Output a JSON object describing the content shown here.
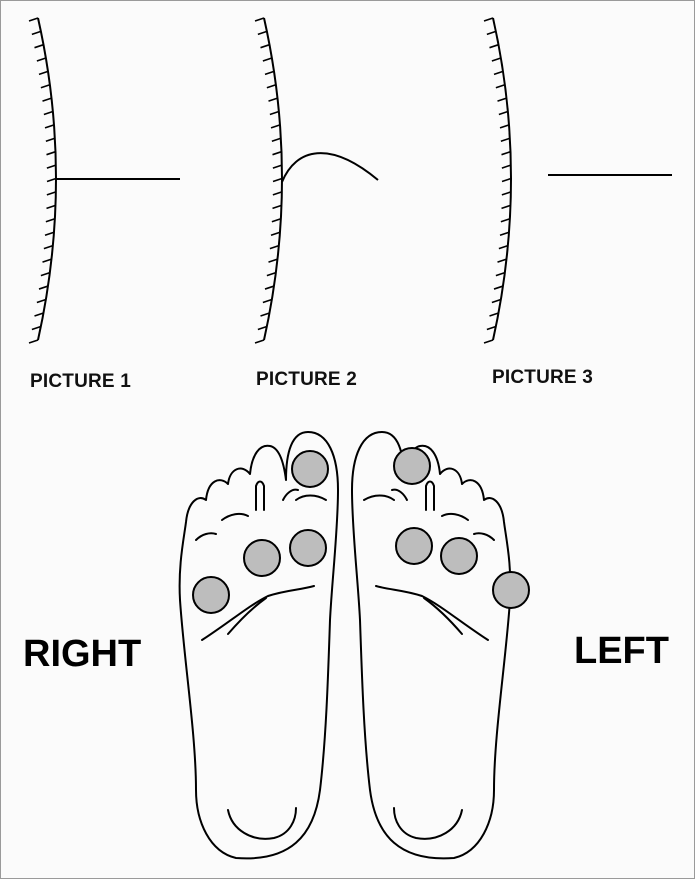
{
  "pictures": [
    {
      "label": "PICTURE 1",
      "trace": "flat line"
    },
    {
      "label": "PICTURE 2",
      "trace": "arched curve"
    },
    {
      "label": "PICTURE 3",
      "trace": "flat line"
    }
  ],
  "feet": {
    "right_label": "RIGHT",
    "left_label": "LEFT",
    "marker_color": "#bdbdbd"
  },
  "colors": {
    "ink": "#000000",
    "background": "#fbfbfb"
  }
}
